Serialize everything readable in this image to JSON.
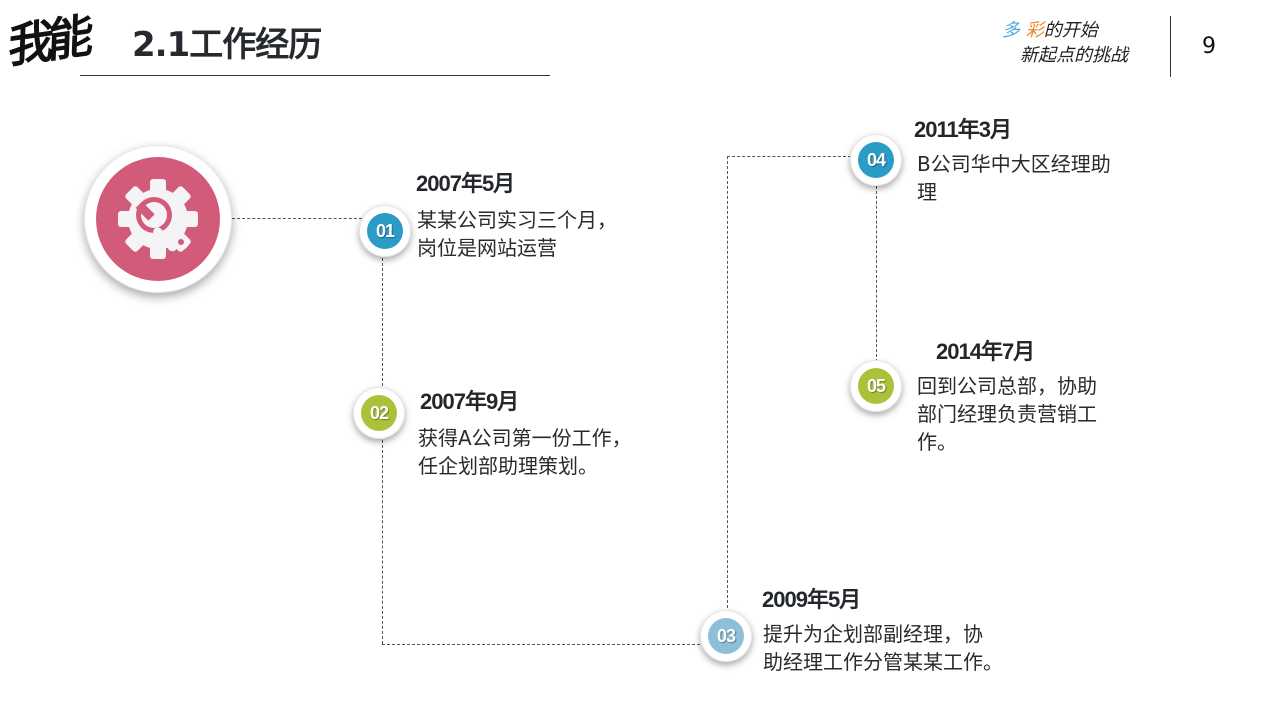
{
  "header": {
    "brand_mark": "我能",
    "title": "2.1工作经历",
    "slogan_line1_a": "多",
    "slogan_line1_b": "彩",
    "slogan_line1_c": "的开始",
    "slogan_line2": "新起点的挑战",
    "page_number": "9"
  },
  "main_icon": {
    "name": "gear-wrench-icon",
    "color": "#d25b79"
  },
  "colors": {
    "blue": "#2b9bc7",
    "green": "#a9c23a",
    "light_blue": "#8dbfd8",
    "pink": "#d25b79"
  },
  "steps": [
    {
      "number": "01",
      "date": "2007年5月",
      "desc_line1": "某某公司实习三个月，",
      "desc_line2": "岗位是网站运营",
      "desc_line3": ""
    },
    {
      "number": "02",
      "date": "2007年9月",
      "desc_line1": "获得A公司第一份工作，",
      "desc_line2": "任企划部助理策划。",
      "desc_line3": ""
    },
    {
      "number": "03",
      "date": "2009年5月",
      "desc_line1": "提升为企划部副经理，协",
      "desc_line2": "助经理工作分管某某工作。",
      "desc_line3": ""
    },
    {
      "number": "04",
      "date": "2011年3月",
      "desc_line1": "B公司华中大区经理助",
      "desc_line2": "理",
      "desc_line3": ""
    },
    {
      "number": "05",
      "date": "2014年7月",
      "desc_line1": "回到公司总部，协助",
      "desc_line2": "部门经理负责营销工",
      "desc_line3": "作。"
    }
  ]
}
